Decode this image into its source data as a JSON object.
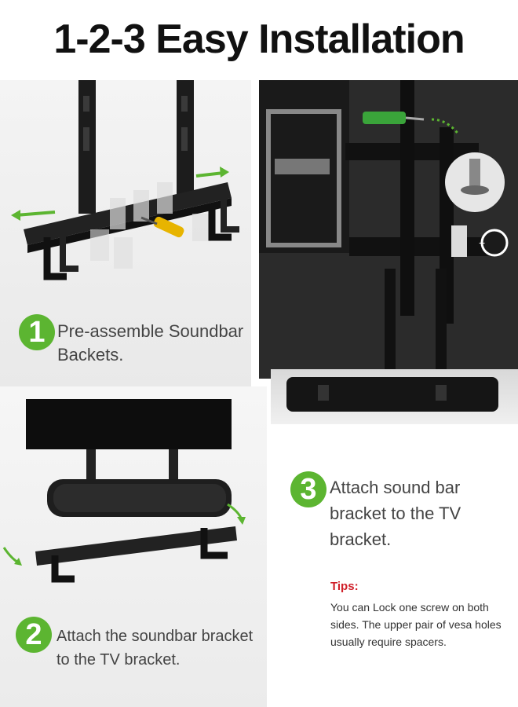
{
  "title": "1-2-3  Easy Installation",
  "steps": [
    {
      "number": "1",
      "text": "Pre-assemble Soundbar Backets."
    },
    {
      "number": "2",
      "text": "Attach the soundbar bracket to the TV bracket."
    },
    {
      "number": "3",
      "text": "Attach sound bar bracket to the TV bracket."
    }
  ],
  "tips": {
    "label": "Tips:",
    "text": "You can Lock one screw on both sides. The upper pair of vesa holes usually require spacers."
  },
  "colors": {
    "accent_green": "#5cb531",
    "tips_red": "#d0202a",
    "dark_wall": "#2b2b2b"
  }
}
